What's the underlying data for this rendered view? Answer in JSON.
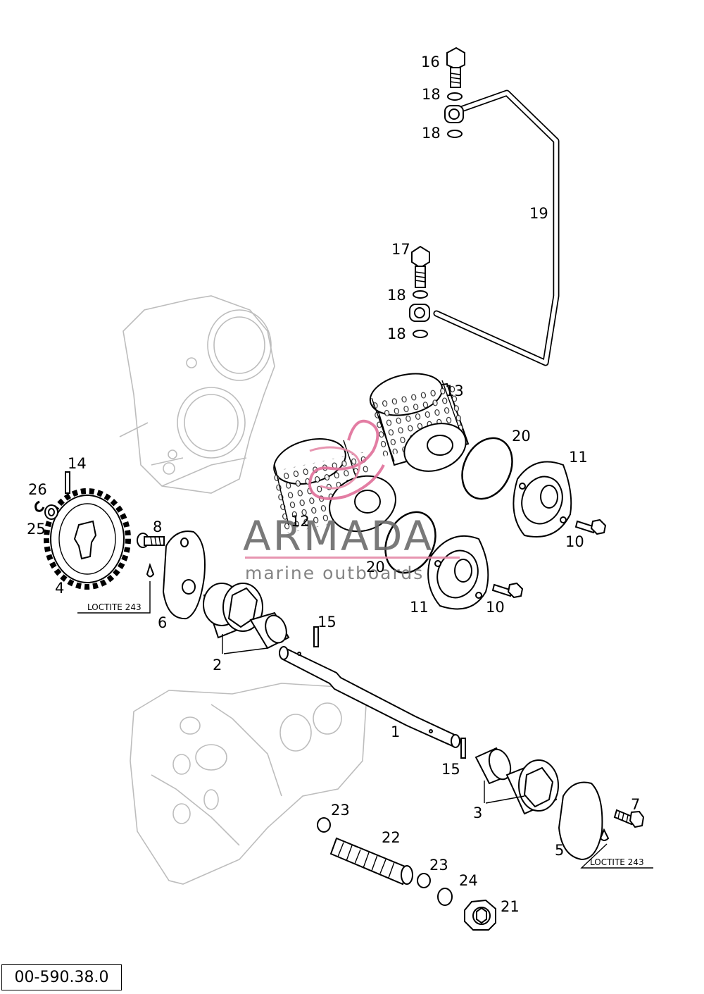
{
  "labels": {
    "p1": "1",
    "p2": "2",
    "p3": "3",
    "p4": "4",
    "p5": "5",
    "p6": "6",
    "p7": "7",
    "p8": "8",
    "p10a": "10",
    "p10b": "10",
    "p11a": "11",
    "p11b": "11",
    "p12": "12",
    "p13": "13",
    "p14": "14",
    "p15a": "15",
    "p15b": "15",
    "p16": "16",
    "p17": "17",
    "p18a": "18",
    "p18b": "18",
    "p18c": "18",
    "p18d": "18",
    "p19": "19",
    "p20a": "20",
    "p20b": "20",
    "p21": "21",
    "p22": "22",
    "p23a": "23",
    "p23b": "23",
    "p24": "24",
    "p25": "25",
    "p26": "26"
  },
  "notes": {
    "loctite_left": "LOCTITE 243",
    "loctite_right": "LOCTITE 243"
  },
  "watermark": {
    "brand": "ARMADA",
    "tagline": "marine outboards"
  },
  "diagram_code": "00-590.38.0",
  "colors": {
    "line": "#000000",
    "ghost": "#bdbdbd",
    "watermark_pink": "#e0709a",
    "watermark_bar": "#e58aa8"
  }
}
